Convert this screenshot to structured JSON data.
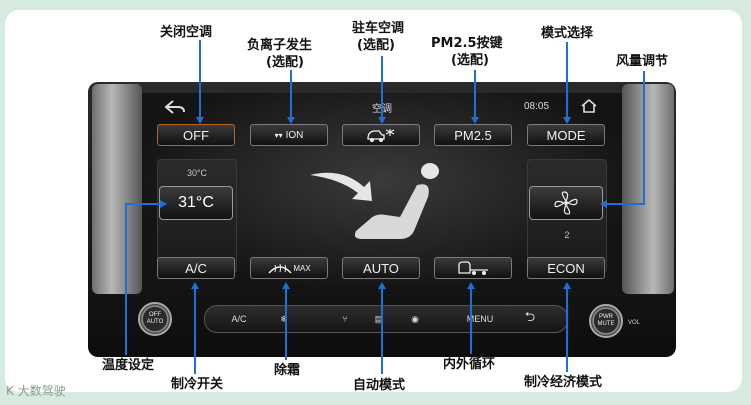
{
  "callouts": {
    "close_ac": "关闭空调",
    "ionizer": "负离子发生",
    "ionizer_opt": "(选配)",
    "parking_ac": "驻车空调",
    "parking_ac_opt": "(选配)",
    "pm25": "PM2.5按键",
    "pm25_opt": "(选配)",
    "mode_select": "模式选择",
    "fan_adjust": "风量调节",
    "temp_set": "温度设定",
    "cool_switch": "制冷开关",
    "defrost": "除霜",
    "auto_mode": "自动模式",
    "recirc": "内外循环",
    "econ_mode": "制冷经济模式"
  },
  "screen": {
    "back_icon": "back-arrow-icon",
    "title": "空调",
    "time": "08:05",
    "home_icon": "home-icon",
    "top_buttons": [
      "OFF",
      "ION",
      "",
      "PM2.5",
      "MODE"
    ],
    "bottom_buttons": [
      "A/C",
      "MAX",
      "AUTO",
      "",
      "ECON"
    ],
    "temp_small": "30°C",
    "temp_value": "31°C",
    "fan_level": "2"
  },
  "hardkeys": {
    "left_knob": "OFF\nAUTO",
    "ac": "A/C",
    "menu": "MENU",
    "right_knob": "PWR\nMUTE",
    "vol": "VOL"
  },
  "watermark": "K 大数驾驶",
  "colors": {
    "accent_line": "#1e6fd9",
    "off_border": "#b5651d"
  }
}
